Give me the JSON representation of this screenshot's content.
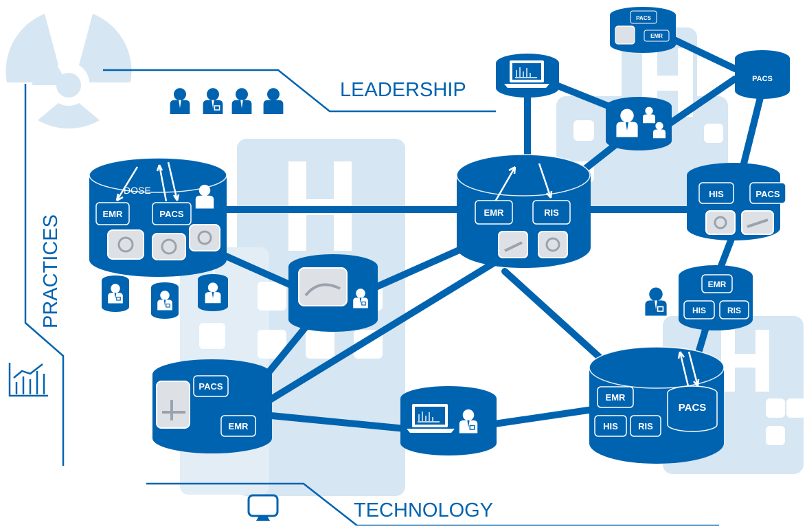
{
  "colors": {
    "primary": "#0063b0",
    "light": "#d6e6f2",
    "lighter": "#e2edf6",
    "text": "#0063b0",
    "white": "#ffffff",
    "imageFill": "#dde1e6"
  },
  "labels": {
    "leadership": "LEADERSHIP",
    "practices": "PRACTICES",
    "technology": "TECHNOLOGY",
    "dose": "DOSE"
  },
  "systems": {
    "emr": "EMR",
    "pacs": "PACS",
    "ris": "RIS",
    "his": "HIS"
  },
  "icons": {
    "leadership": "people-group-icon",
    "practices": "radiation-symbol-icon",
    "analytics": "bar-chart-icon",
    "technology": "monitor-icon",
    "hospital": "hospital-building-icon",
    "person": "person-icon",
    "doctor": "doctor-icon",
    "laptop": "laptop-chart-icon",
    "scanner": "imaging-scanner-icon"
  }
}
